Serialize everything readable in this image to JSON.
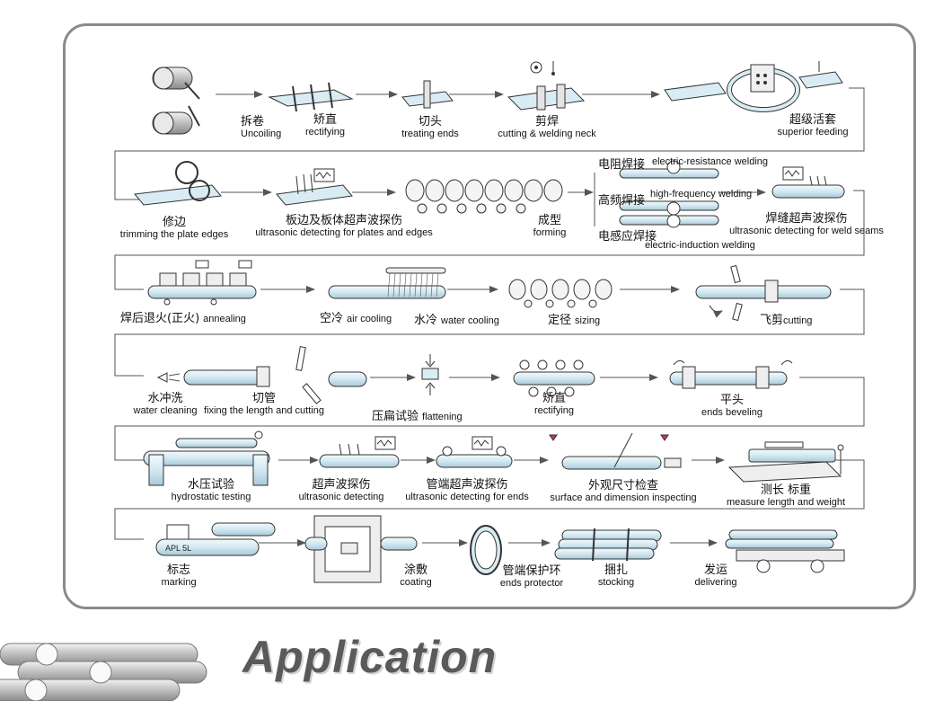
{
  "title": "Application",
  "row1": [
    {
      "zh": "拆卷",
      "en": "Uncoiling"
    },
    {
      "zh": "矫直",
      "en": "rectifying"
    },
    {
      "zh": "切头",
      "en": "treating ends"
    },
    {
      "zh": "剪焊",
      "en": "cutting & welding neck"
    },
    {
      "zh": "超级活套",
      "en": "superior feeding"
    }
  ],
  "row2": [
    {
      "zh": "修边",
      "en": "trimming the plate edges"
    },
    {
      "zh": "板边及板体超声波探伤",
      "en": "ultrasonic detecting for plates and edges"
    },
    {
      "zh": "成型",
      "en": "forming"
    },
    {
      "zh": "焊缝超声波探伤",
      "en": "ultrasonic detecting for weld seams"
    }
  ],
  "welding": {
    "resistance_zh": "电阻焊接",
    "resistance_en": "electric-resistance welding",
    "hf_zh": "高频焊接",
    "hf_en": "high-frequency welding",
    "induction_zh": "电感应焊接",
    "induction_en": "electric-induction welding"
  },
  "row3": [
    {
      "zh": "焊后退火(正火)",
      "en": "annealing"
    },
    {
      "zh": "空冷",
      "en": "air cooling"
    },
    {
      "zh": "水冷",
      "en": "water cooling"
    },
    {
      "zh": "定径",
      "en": "sizing"
    },
    {
      "zh": "飞剪",
      "en": "cutting"
    }
  ],
  "row4": [
    {
      "zh": "水冲洗",
      "en": "water cleaning"
    },
    {
      "zh": "切管",
      "en": "fixing the length and cutting"
    },
    {
      "zh": "压扁试验",
      "en": "flattening"
    },
    {
      "zh": "矫直",
      "en": "rectifying"
    },
    {
      "zh": "平头",
      "en": "ends beveling"
    }
  ],
  "row5": [
    {
      "zh": "水压试验",
      "en": "hydrostatic testing"
    },
    {
      "zh": "超声波探伤",
      "en": "ultrasonic detecting"
    },
    {
      "zh": "管端超声波探伤",
      "en": "ultrasonic detecting for ends"
    },
    {
      "zh": "外观尺寸检查",
      "en": "surface and dimension inspecting"
    },
    {
      "zh": "测长 标重",
      "en": "measure length and weight"
    }
  ],
  "row6": [
    {
      "zh": "标志",
      "en": "marking"
    },
    {
      "zh": "涂敷",
      "en": "coating"
    },
    {
      "zh": "管端保护环",
      "en": "ends protector"
    },
    {
      "zh": "捆扎",
      "en": "stocking"
    },
    {
      "zh": "发运",
      "en": "delivering"
    }
  ],
  "marking_stamp": "APL  5L",
  "colors": {
    "frame": "#8a8a8a",
    "pipe_fill": "#d9ecf4",
    "pipe_stroke": "#333333",
    "title": "#5a5a5a"
  }
}
